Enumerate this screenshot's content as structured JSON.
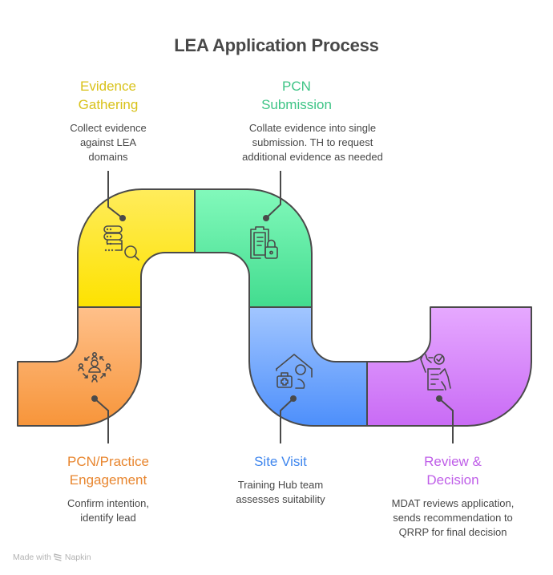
{
  "title": "LEA Application Process",
  "steps": [
    {
      "id": "evidence-gathering",
      "title_line1": "Evidence",
      "title_line2": "Gathering",
      "desc_lines": [
        "Collect evidence",
        "against LEA",
        "domains"
      ],
      "color": "#d9c21a",
      "icon": "database-search-icon"
    },
    {
      "id": "pcn-submission",
      "title_line1": "PCN",
      "title_line2": "Submission",
      "desc_lines": [
        "Collate evidence into single",
        "submission. TH to request",
        "additional evidence as needed"
      ],
      "color": "#3ec486",
      "icon": "clipboard-lock-icon"
    },
    {
      "id": "pcn-practice-engagement",
      "title_line1": "PCN/Practice",
      "title_line2": "Engagement",
      "desc_lines": [
        "Confirm intention,",
        "identify lead"
      ],
      "color": "#e8862f",
      "icon": "people-network-icon"
    },
    {
      "id": "site-visit",
      "title_line1": "Site Visit",
      "title_line2": "",
      "desc_lines": [
        "Training Hub team",
        "assesses suitability"
      ],
      "color": "#3f86ee",
      "icon": "home-medical-visit-icon"
    },
    {
      "id": "review-decision",
      "title_line1": "Review &",
      "title_line2": "Decision",
      "desc_lines": [
        "MDAT reviews application,",
        "sends recommendation to",
        "QRRP for final decision"
      ],
      "color": "#bf5ee8",
      "icon": "document-review-check-icon"
    }
  ],
  "segment_colors": {
    "orange": [
      "#ffc08a",
      "#f7953a"
    ],
    "yellow": [
      "#ffec5c",
      "#fde200"
    ],
    "green": [
      "#82f9bb",
      "#42dc8f"
    ],
    "blue": [
      "#a2c6ff",
      "#4d8ffb"
    ],
    "purple": [
      "#e6a9ff",
      "#c96bf5"
    ]
  },
  "footer": {
    "made_with": "Made with",
    "brand": "Napkin"
  }
}
